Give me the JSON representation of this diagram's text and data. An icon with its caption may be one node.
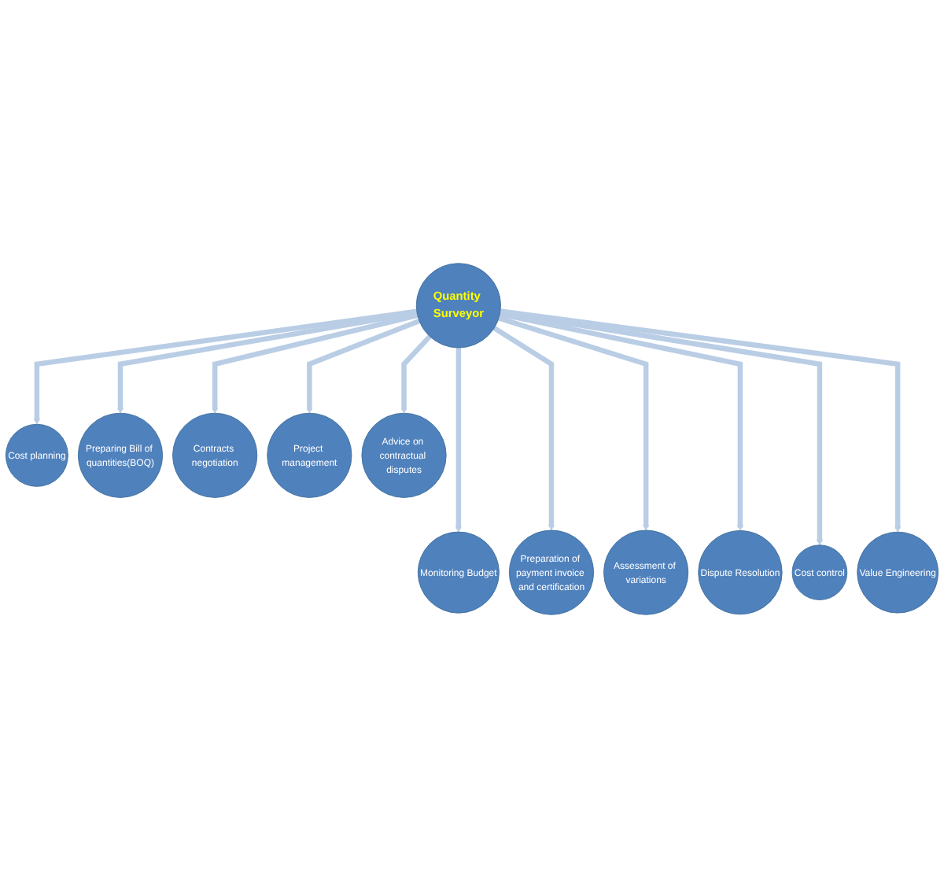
{
  "diagram": {
    "nodes": [
      {
        "text": [
          "Quantity Surveyor"
        ]
      },
      {
        "text": [
          "Cost planning"
        ]
      },
      {
        "text": [
          "Preparing Bill of quantities(BOQ)"
        ]
      },
      {
        "text": [
          "Contracts negotiation"
        ]
      },
      {
        "text": [
          "Monitoring Budget"
        ]
      },
      {
        "text": [
          "Preparation of payment invoice and certification"
        ]
      },
      {
        "text": [
          "Assessment of variations"
        ]
      },
      {
        "text": [
          "Dispute Resolution"
        ]
      },
      {
        "text": [
          "Cost control"
        ]
      },
      {
        "text": [
          "Value Engineering"
        ]
      },
      {
        "text": [
          "Project management"
        ]
      },
      {
        "text": [
          "Advice on contractual disputes"
        ]
      }
    ],
    "edges": [
      {
        "from": 0,
        "to": 1,
        "arrow": "to"
      },
      {
        "from": 0,
        "to": 2,
        "arrow": "to"
      },
      {
        "from": 0,
        "to": 3,
        "arrow": "to"
      },
      {
        "from": 0,
        "to": 4,
        "arrow": "to"
      },
      {
        "from": 0,
        "to": 5,
        "arrow": "to"
      },
      {
        "from": 0,
        "to": 6,
        "arrow": "to"
      },
      {
        "from": 0,
        "to": 7,
        "arrow": "to"
      },
      {
        "from": 0,
        "to": 8,
        "arrow": "to"
      },
      {
        "from": 0,
        "to": 9,
        "arrow": "to"
      },
      {
        "from": 0,
        "to": 10,
        "arrow": "to"
      },
      {
        "from": 0,
        "to": 11,
        "arrow": "to"
      }
    ]
  }
}
